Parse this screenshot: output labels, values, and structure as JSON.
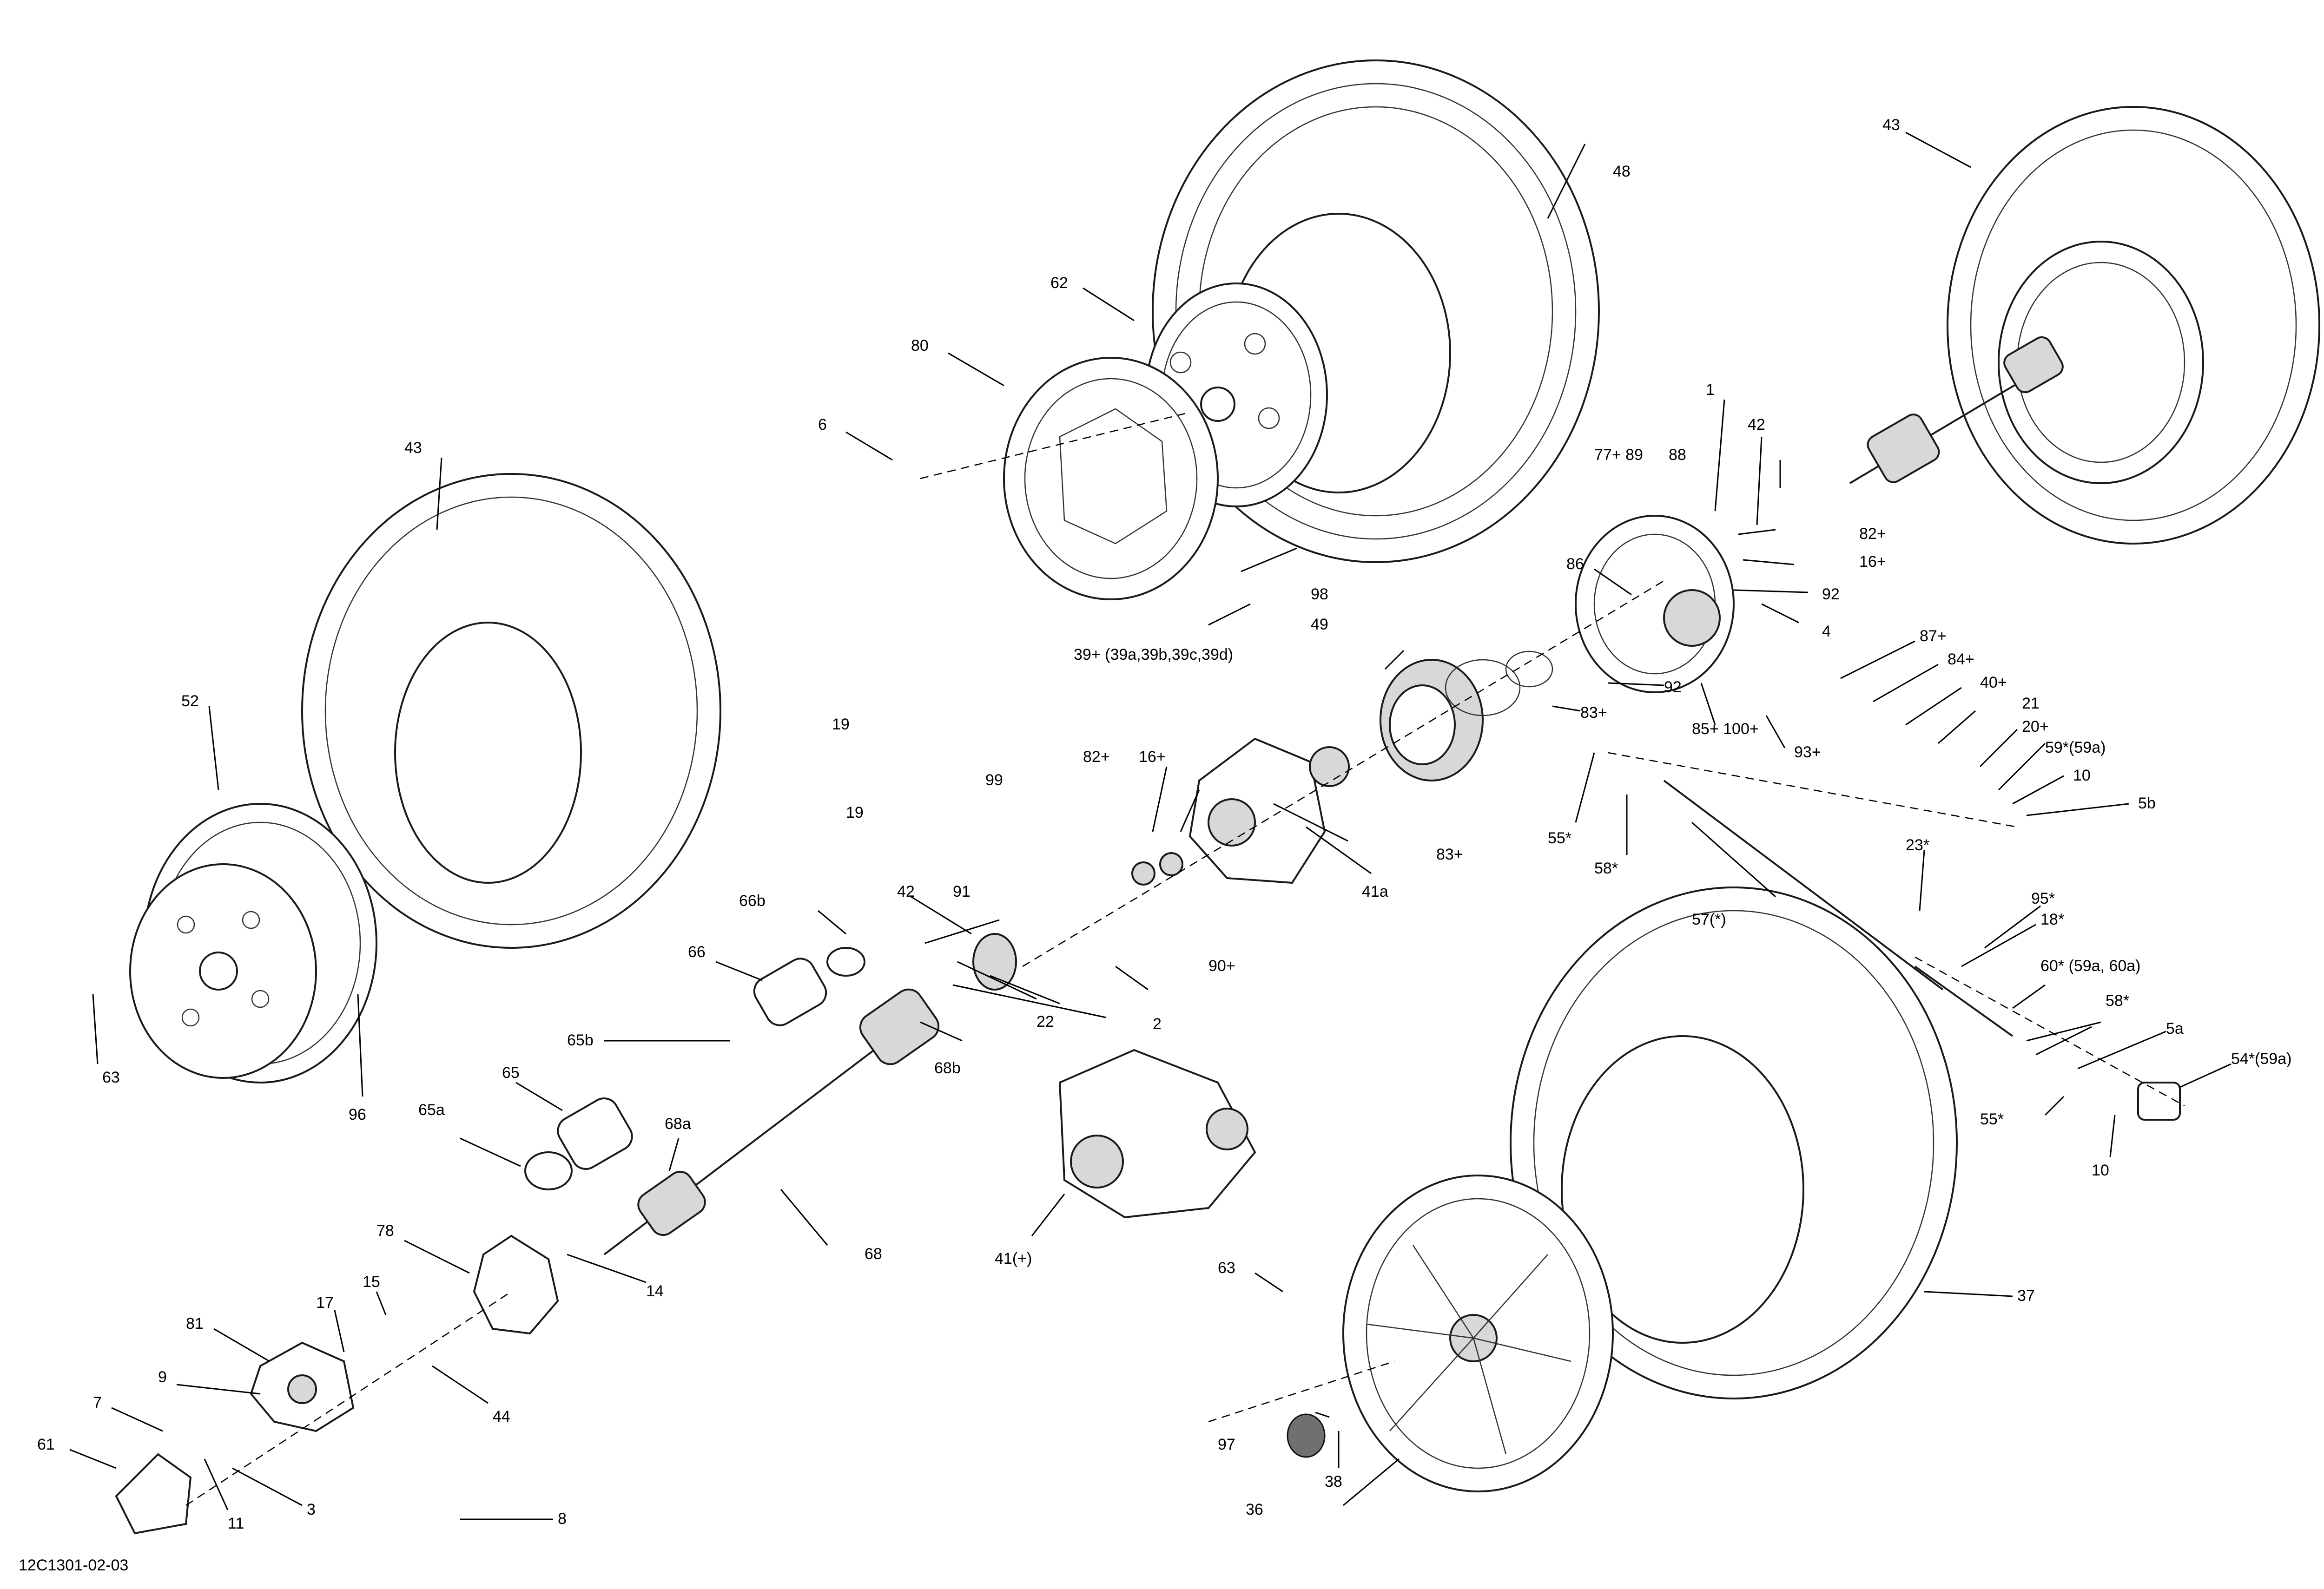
{
  "drawing_ref": "12C1301-02-03",
  "callouts": [
    "1",
    "42",
    "77+ 89",
    "88",
    "82+",
    "16+",
    "86",
    "92",
    "4",
    "39+ (39a,39b,39c,39d)",
    "83+",
    "92",
    "85+ 100+",
    "93+",
    "87+",
    "84+",
    "40+",
    "21",
    "20+",
    "59*(59a)",
    "10",
    "5b",
    "55*",
    "58*",
    "23*",
    "95*",
    "18*",
    "57(*)",
    "60* (59a, 60a)",
    "58*",
    "5a",
    "54*(59a)",
    "55*",
    "10",
    "48",
    "43",
    "62",
    "80",
    "6",
    "98",
    "49",
    "19",
    "19",
    "99",
    "82+",
    "16+",
    "83+",
    "41a",
    "91",
    "90+",
    "2",
    "42",
    "22",
    "66b",
    "66",
    "65b",
    "68b",
    "65",
    "65a",
    "68a",
    "68",
    "41(+)",
    "43",
    "52",
    "63",
    "96",
    "78",
    "15",
    "17",
    "81",
    "9",
    "7",
    "61",
    "3",
    "11",
    "44",
    "8",
    "14",
    "63",
    "97",
    "36",
    "38",
    "37"
  ]
}
